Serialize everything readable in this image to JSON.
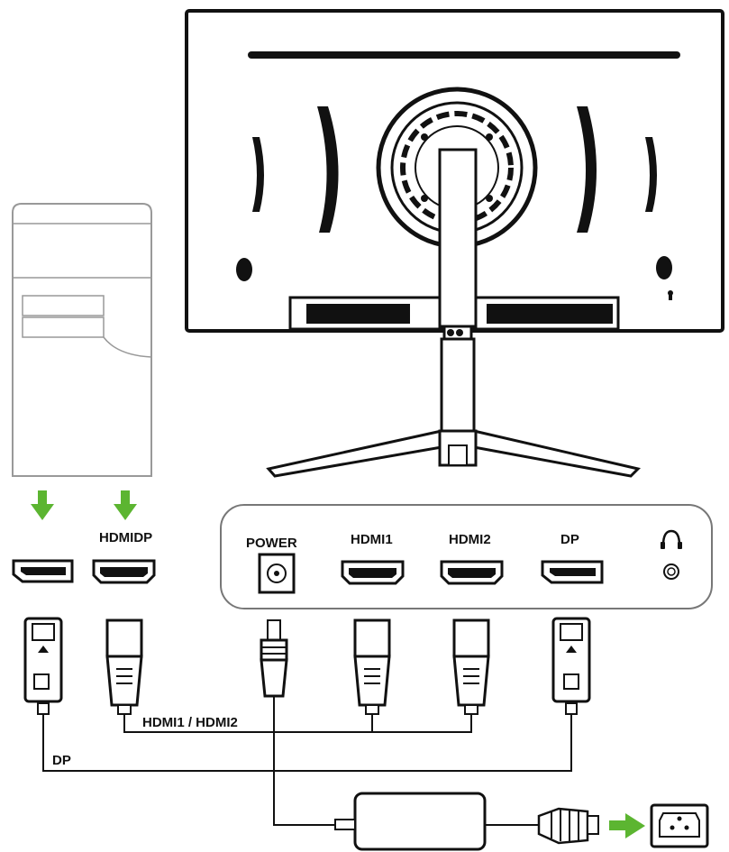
{
  "pc_ports": {
    "label": "HDMIDP"
  },
  "monitor_panel": {
    "ports": [
      {
        "id": "power",
        "label": "POWER"
      },
      {
        "id": "hdmi1",
        "label": "HDMI1"
      },
      {
        "id": "hdmi2",
        "label": "HDMI2"
      },
      {
        "id": "dp",
        "label": "DP"
      }
    ],
    "headphone_icon": "headphone-icon"
  },
  "cables": {
    "hdmi_label": "HDMI1 / HDMI2",
    "dp_label": "DP"
  },
  "colors": {
    "arrow": "#5cb531",
    "line": "#111111"
  }
}
